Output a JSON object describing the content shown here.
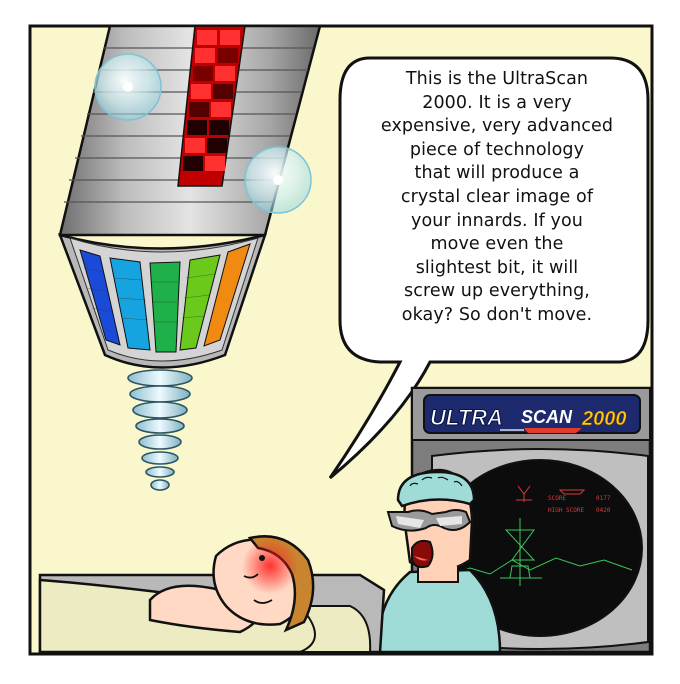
{
  "speech_bubble": {
    "lines": [
      "This is the UltraScan",
      "2000.  It is a very",
      "expensive, very advanced",
      "piece of technology",
      "that will produce a",
      "crystal clear image of",
      "your innards. If you",
      "move even the",
      "slightest bit, it will",
      "screw up everything,",
      "okay?  So don't move."
    ]
  },
  "machine_logo": {
    "part1": "ULTRA",
    "part2": "SCAN",
    "part3": "2000"
  },
  "crt_screen": {
    "score_label": "SCORE",
    "score_value": "0177",
    "high_score_label": "HIGH SCORE",
    "high_score_value": "0420"
  },
  "colors": {
    "background": "#fbf7cc",
    "panel_border": "#111111",
    "scrubs": "#9fdcd8",
    "logo_blue": "#1d2a6e",
    "crt_screen": "#0c0c0c",
    "crt_vector": "#39c85a"
  }
}
